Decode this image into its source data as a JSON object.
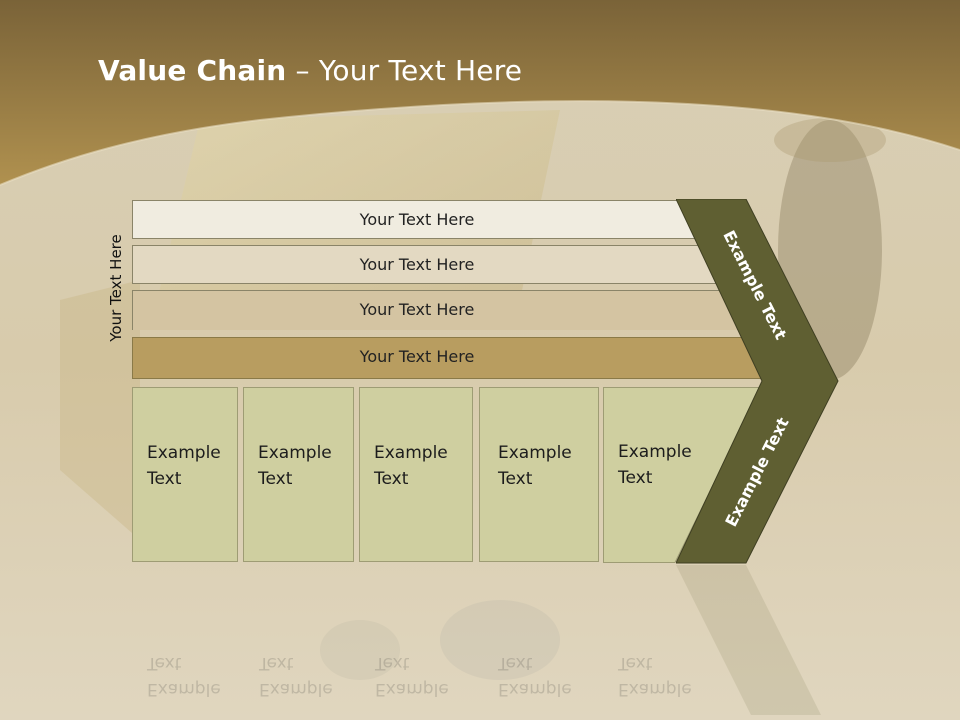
{
  "slide": {
    "title_bold": "Value Chain",
    "title_rest": " – Your Text Here",
    "side_label": "Your Text Here"
  },
  "bars": [
    {
      "label": "Your Text Here",
      "color": "#f0ece0"
    },
    {
      "label": "Your Text Here",
      "color": "#e3d9c2"
    },
    {
      "label": "Your Text Here",
      "color": "#d4c4a2"
    },
    {
      "label": "Your Text Here",
      "color": "#b89d60"
    }
  ],
  "boxes": [
    {
      "label": "Example\nText"
    },
    {
      "label": "Example\nText"
    },
    {
      "label": "Example\nText"
    },
    {
      "label": "Example\nText"
    },
    {
      "label": "Example\nText"
    }
  ],
  "chevron": {
    "upper_label": "Example Text",
    "lower_label": "Example Text",
    "color": "#5f5f32"
  },
  "colors": {
    "header": "#9c8040",
    "box_fill": "#cfcfa0"
  }
}
